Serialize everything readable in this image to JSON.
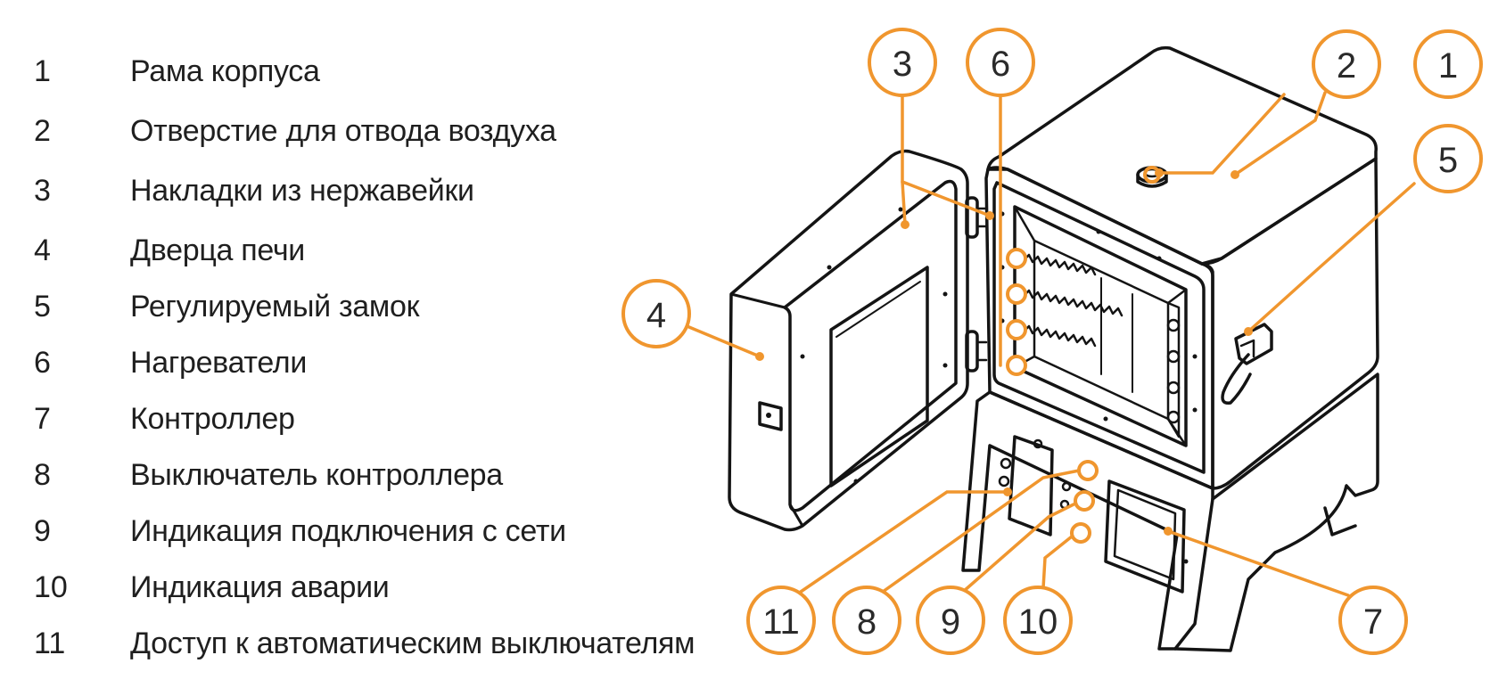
{
  "accent_color": "#f0962e",
  "line_color": "#141414",
  "legend": [
    {
      "num": "1",
      "label": "Рама корпуса"
    },
    {
      "num": "2",
      "label": "Отверстие для отвода воздуха"
    },
    {
      "num": "3",
      "label": "Накладки из нержавейки"
    },
    {
      "num": "4",
      "label": "Дверца печи"
    },
    {
      "num": "5",
      "label": "Регулируемый замок"
    },
    {
      "num": "6",
      "label": "Нагреватели"
    },
    {
      "num": "7",
      "label": "Контроллер"
    },
    {
      "num": "8",
      "label": "Выключатель контроллера"
    },
    {
      "num": "9",
      "label": "Индикация подключения с сети"
    },
    {
      "num": "10",
      "label": "Индикация аварии"
    },
    {
      "num": "11",
      "label": "Доступ к автоматическим выключателям"
    }
  ],
  "callouts": {
    "c1": "1",
    "c2": "2",
    "c3": "3",
    "c4": "4",
    "c5": "5",
    "c6": "6",
    "c7": "7",
    "c8": "8",
    "c9": "9",
    "c10": "10",
    "c11": "11"
  }
}
